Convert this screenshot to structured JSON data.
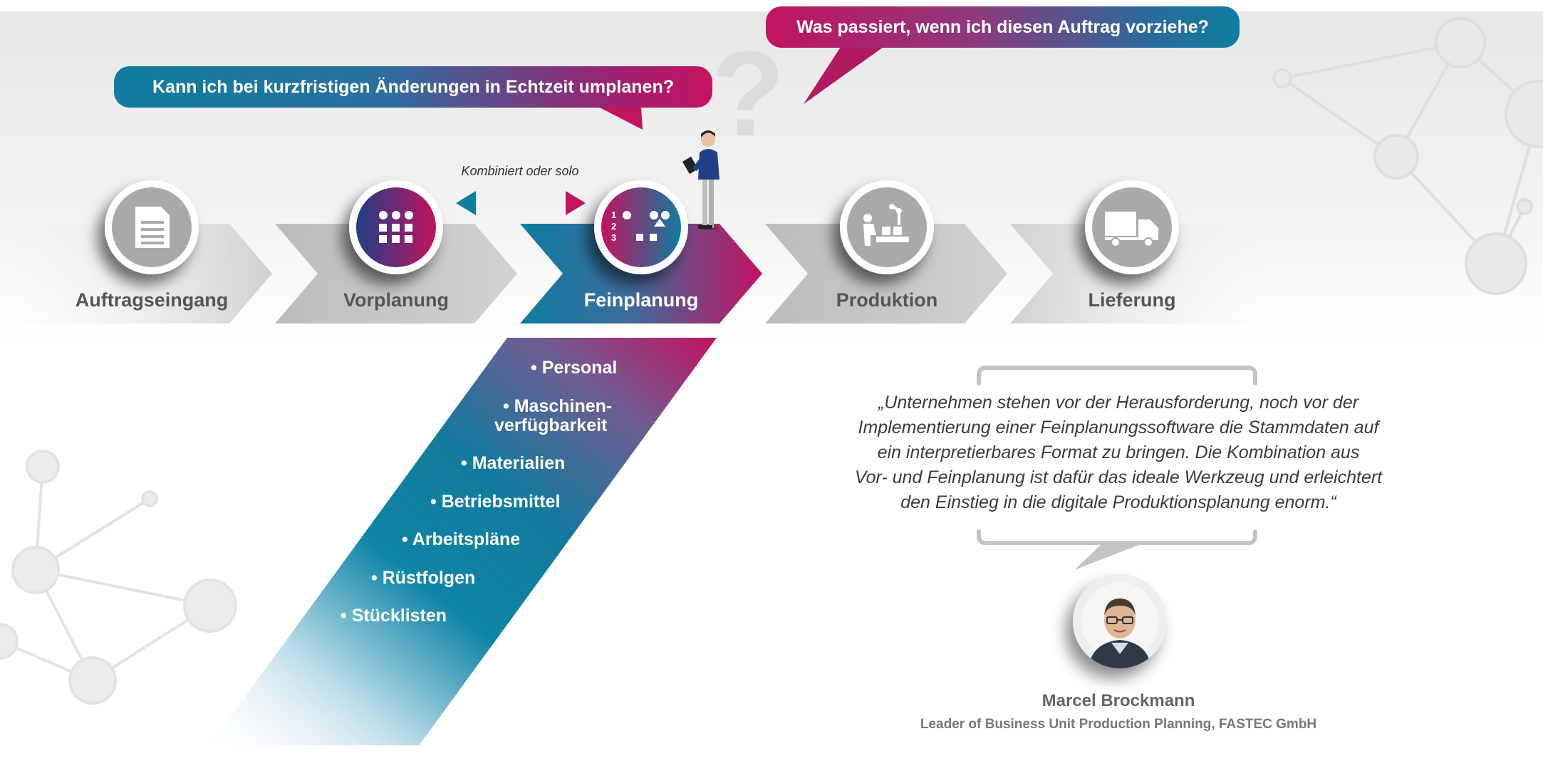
{
  "questions": {
    "left": "Kann ich bei kurzfristigen Änderungen in Echtzeit umplanen?",
    "right": "Was passiert, wenn ich diesen Auftrag vorziehe?"
  },
  "connector_label": "Kombiniert oder solo",
  "stages": [
    {
      "label": "Auftragseingang",
      "icon": "document-icon"
    },
    {
      "label": "Vorplanung",
      "icon": "dots-grid-icon"
    },
    {
      "label": "Feinplanung",
      "icon": "sequence-shapes-icon",
      "active": true
    },
    {
      "label": "Produktion",
      "icon": "production-line-icon"
    },
    {
      "label": "Lieferung",
      "icon": "truck-icon"
    }
  ],
  "feinplanung_icon_numbers": [
    "1",
    "2",
    "3"
  ],
  "attributes": [
    "• Personal",
    "• Maschinen-",
    "verfügbarkeit",
    "• Materialien",
    "• Betriebsmittel",
    "• Arbeitspläne",
    "• Rüstfolgen",
    "• Stücklisten"
  ],
  "quote": {
    "lines": [
      "„Unternehmen stehen vor der Herausforderung, noch vor der",
      "Implementierung einer Feinplanungssoftware die Stammdaten auf",
      "ein interpretierbares Format zu bringen. Die Kombination aus",
      "Vor- und Feinplanung ist dafür das ideale Werkzeug und erleichtert",
      "den Einstieg in die digitale Produktionsplanung enorm.“"
    ]
  },
  "person": {
    "name": "Marcel Brockmann",
    "role": "Leader of Business Unit Production Planning, FASTEC GmbH"
  },
  "colors": {
    "teal": "#0e7d9f",
    "magenta": "#c2135f",
    "grey_chevron": "#c9c9c9",
    "icon_grey": "#a8a8a8"
  }
}
